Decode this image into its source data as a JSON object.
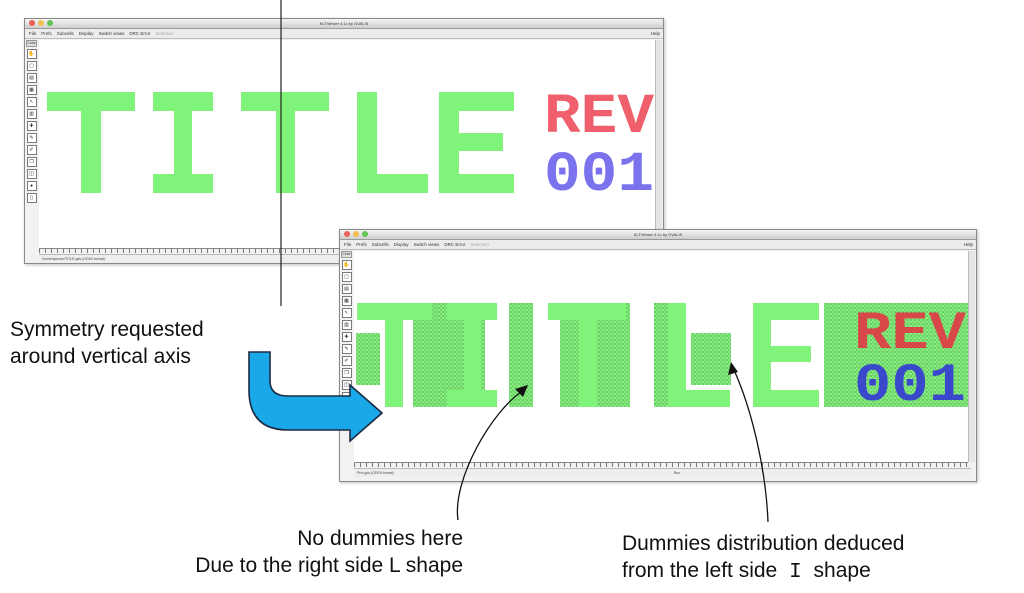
{
  "windows": {
    "title": "KLTViewer 4.1c by GVALIS",
    "menu": [
      "File",
      "Prefs",
      "Subcells",
      "Display",
      "Switch views",
      "DRC Error"
    ],
    "menu_disabled": "Selection",
    "help": "Help",
    "toolbar_label": "Color",
    "top_status": "/home/cjeroux/TITLE.gds (GDSII format)",
    "bottom_status": "Prot.gds (GDSII format)",
    "bottom_status_right": "Run",
    "layout_letters": [
      "T",
      "I",
      "T",
      "L",
      "E"
    ],
    "rev_text": [
      "R",
      "E",
      "V"
    ],
    "num_text": [
      "0",
      "0",
      "1"
    ]
  },
  "annotations": {
    "symmetry": [
      "Symmetry requested",
      "around vertical axis"
    ],
    "no_dummies": [
      "No dummies here",
      "Due to the right side L shape"
    ],
    "dummies_left": "Dummies distribution deduced",
    "dummies_left_line2_prefix": "from the left side",
    "dummies_left_line2_letter": "I",
    "dummies_left_line2_suffix": "shape"
  },
  "colors": {
    "layout_green": "#80f47a",
    "rev_red": "#f0606c",
    "num_blue": "#7b72ee",
    "rev_red_dark": "#d84848",
    "num_blue_dark": "#3a48cc",
    "arrow_blue": "#19a9e8",
    "dummy_dot": "#3a8a3a"
  }
}
